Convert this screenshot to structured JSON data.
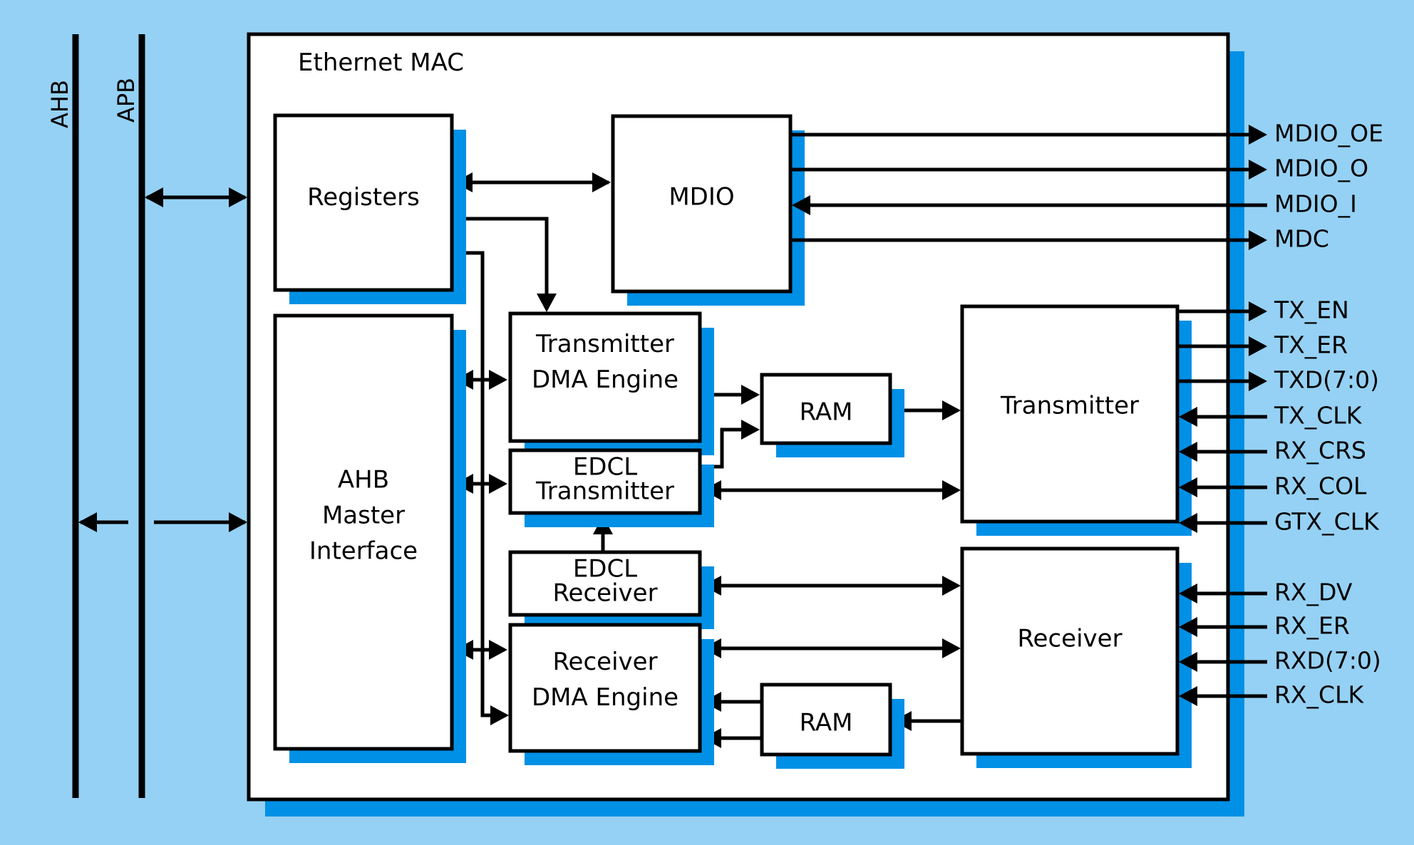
{
  "title": "Ethernet MAC",
  "buses": {
    "ahb": "AHB",
    "apb": "APB"
  },
  "blocks": {
    "registers": "Registers",
    "mdio": "MDIO",
    "ahb_master": [
      "AHB",
      "Master",
      "Interface"
    ],
    "tx_dma": [
      "Transmitter",
      "DMA Engine"
    ],
    "edcl_tx": [
      "EDCL",
      "Transmitter"
    ],
    "edcl_rx": [
      "EDCL",
      "Receiver"
    ],
    "rx_dma": [
      "Receiver",
      "DMA Engine"
    ],
    "ram_tx": "RAM",
    "ram_rx": "RAM",
    "transmitter": "Transmitter",
    "receiver": "Receiver"
  },
  "signals": {
    "mdio": [
      {
        "name": "MDIO_OE",
        "dir": "out"
      },
      {
        "name": "MDIO_O",
        "dir": "out"
      },
      {
        "name": "MDIO_I",
        "dir": "in"
      },
      {
        "name": "MDC",
        "dir": "out"
      }
    ],
    "tx": [
      {
        "name": "TX_EN",
        "dir": "out"
      },
      {
        "name": "TX_ER",
        "dir": "out"
      },
      {
        "name": "TXD(7:0)",
        "dir": "out"
      },
      {
        "name": "TX_CLK",
        "dir": "in"
      },
      {
        "name": "RX_CRS",
        "dir": "in"
      },
      {
        "name": "RX_COL",
        "dir": "in"
      },
      {
        "name": "GTX_CLK",
        "dir": "in"
      }
    ],
    "rx": [
      {
        "name": "RX_DV",
        "dir": "in"
      },
      {
        "name": "RX_ER",
        "dir": "in"
      },
      {
        "name": "RXD(7:0)",
        "dir": "in"
      },
      {
        "name": "RX_CLK",
        "dir": "in"
      }
    ]
  },
  "colors": {
    "background": "#95d1f4",
    "shadow": "#0090e6",
    "stroke": "#000000",
    "fill": "#ffffff"
  }
}
